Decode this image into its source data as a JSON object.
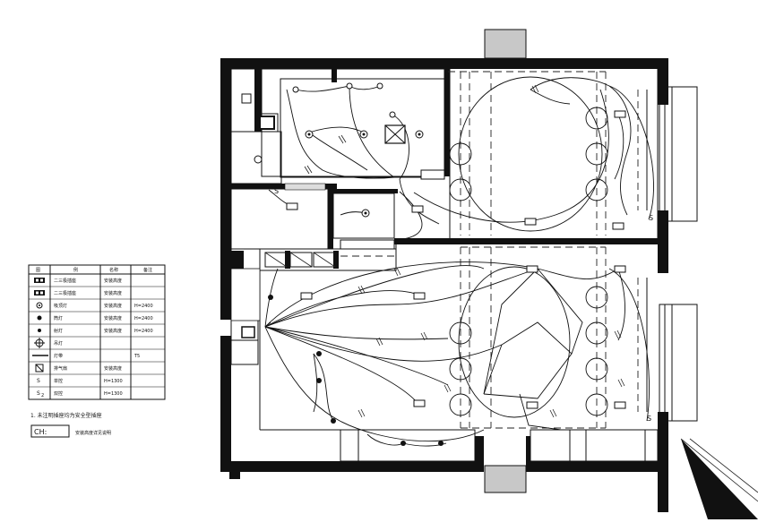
{
  "legend": {
    "header": [
      "图",
      "例",
      "名称",
      "备注"
    ],
    "rows": [
      {
        "icon": "socket-double-icon",
        "name": "二三极插座",
        "spec": "安装高度",
        "note": ""
      },
      {
        "icon": "socket-pair-icon",
        "name": "二三极插座",
        "spec": "安装高度",
        "note": ""
      },
      {
        "icon": "ceiling-light-icon",
        "name": "吸顶灯",
        "spec": "安装高度",
        "note": "H=2400"
      },
      {
        "icon": "downlight-icon",
        "name": "筒灯",
        "spec": "安装高度",
        "note": "H=2400"
      },
      {
        "icon": "spotlight-icon",
        "name": "射灯",
        "spec": "安装高度",
        "note": "H=2400"
      },
      {
        "icon": "pendant-light-icon",
        "name": "吊灯",
        "spec": "",
        "note": ""
      },
      {
        "icon": "light-strip-icon",
        "name": "灯带",
        "spec": "",
        "note": "T5"
      },
      {
        "icon": "exhaust-fan-icon",
        "name": "排气扇",
        "spec": "安装高度",
        "note": ""
      },
      {
        "icon": "switch-single-icon",
        "name": "单控",
        "spec": "H=1300",
        "note": ""
      },
      {
        "icon": "switch-double-icon",
        "name": "双控",
        "spec": "H=1300",
        "note": ""
      }
    ]
  },
  "notes": {
    "note1": "1. 未注明插座均为安全型插座",
    "box_label": "CH:",
    "note2": "安装高度详见说明"
  }
}
